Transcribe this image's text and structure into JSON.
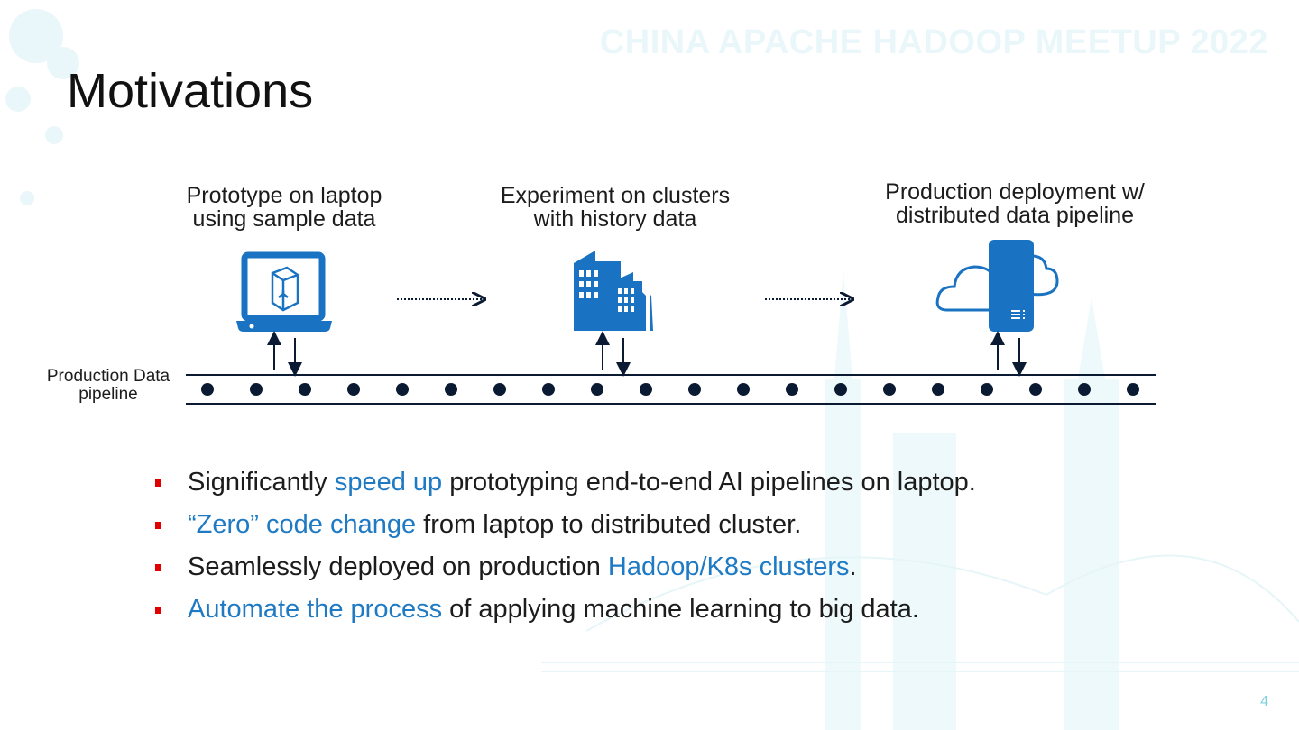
{
  "header": {
    "watermark": "CHINA APACHE HADOOP MEETUP 2022",
    "title": "Motivations"
  },
  "diagram": {
    "stages": [
      {
        "line1": "Prototype on laptop",
        "line2": "using sample data",
        "icon": "laptop-icon"
      },
      {
        "line1": "Experiment on clusters",
        "line2": "with history data",
        "icon": "buildings-icon"
      },
      {
        "line1": "Production deployment w/",
        "line2": "distributed data pipeline",
        "icon": "cloud-server-icon"
      }
    ],
    "pipeline_label": {
      "line1": "Production Data",
      "line2": "pipeline"
    }
  },
  "bullets": [
    {
      "pre": "Significantly ",
      "hl": "speed up",
      "post": " prototyping end-to-end AI pipelines on laptop."
    },
    {
      "pre": "",
      "hl": "“Zero” code change",
      "post": " from laptop to distributed cluster."
    },
    {
      "pre": "Seamlessly deployed on production ",
      "hl": "Hadoop/K8s clusters",
      "post": "."
    },
    {
      "pre": "",
      "hl": "Automate the process",
      "post": " of applying machine learning to big data."
    }
  ],
  "footer": {
    "page_number": "4"
  },
  "colors": {
    "accent_blue": "#1f7ac4",
    "icon_blue": "#1a73c2",
    "bullet_red": "#e00000",
    "dark": "#0b1a33"
  }
}
